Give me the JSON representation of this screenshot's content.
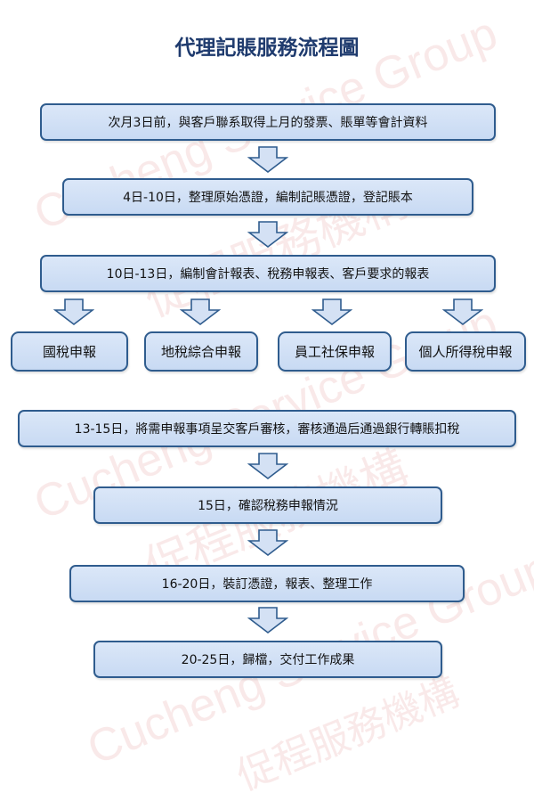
{
  "title": "代理記賬服務流程圖",
  "steps": [
    {
      "label": "次月3日前，與客戶聯系取得上月的發票、賬單等會計資料"
    },
    {
      "label": "4日-10日，整理原始憑證，編制記賬憑證，登記賬本"
    },
    {
      "label": "10日-13日，編制會計報表、稅務申報表、客戶要求的報表"
    },
    {
      "label": "13-15日，將需申報事項呈交客戶審核，審核通過后通過銀行轉賬扣稅"
    },
    {
      "label": "15日，確認稅務申報情況"
    },
    {
      "label": "16-20日，裝訂憑證，報表、整理工作"
    },
    {
      "label": "20-25日，歸檔，交付工作成果"
    }
  ],
  "branches": [
    {
      "label": "國稅申報"
    },
    {
      "label": "地稅綜合申報"
    },
    {
      "label": "員工社保申報"
    },
    {
      "label": "個人所得稅申報"
    }
  ],
  "watermark": {
    "lines": [
      "Cucheng Service Group",
      "促程服務機構"
    ],
    "color": "#dc7878"
  },
  "colors": {
    "box_fill": "#cddcf3",
    "box_border": "#2f5c8e",
    "title": "#1f3b6e"
  }
}
